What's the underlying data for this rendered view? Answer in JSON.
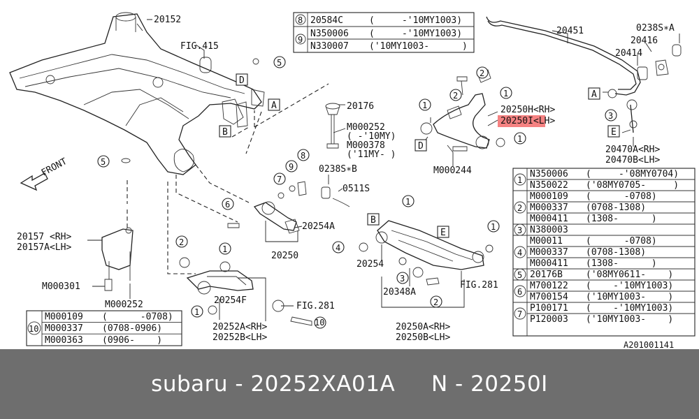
{
  "labels": {
    "p20152": "20152",
    "fig415": "FIG.415",
    "p20176": "20176",
    "m000252_378_line1": "M000252",
    "m000252_378_line2": "( -'10MY)",
    "m000252_378_line3": "M000378",
    "m000252_378_line4": "('11MY- )",
    "p0238sb": "0238S∗B",
    "p0511s": "0511S",
    "p20254a": "20254A",
    "p20250": "20250",
    "p20157rh": "20157 <RH>",
    "p20157lh": "20157A<LH>",
    "m000301": "M000301",
    "m000252": "M000252",
    "p20254f": "20254F",
    "fig281a": "FIG.281",
    "p20252a": "20252A<RH>",
    "p20252b": "20252B<LH>",
    "p20250h": "20250H<RH>",
    "p20250i": "20250I<LH>",
    "m000244": "M000244",
    "p20254": "20254",
    "p20348a": "20348A",
    "fig281b": "FIG.281",
    "p20250a": "20250A<RH>",
    "p20250b": "20250B<LH>",
    "p20451": "20451",
    "p0238sa": "0238S∗A",
    "p20416": "20416",
    "p20414": "20414",
    "p20470a": "20470A<RH>",
    "p20470b": "20470B<LH>",
    "front": "FRONT",
    "ref_id": "A201001141"
  },
  "callouts": [
    "1",
    "2",
    "3",
    "4",
    "5",
    "6",
    "7",
    "8",
    "9",
    "10"
  ],
  "letters": [
    "A",
    "B",
    "D",
    "E"
  ],
  "top_table": [
    {
      "num": "8",
      "rows": [
        {
          "part": "20584C",
          "range": "(     -'10MY1003)"
        }
      ]
    },
    {
      "num": "9",
      "rows": [
        {
          "part": "N350006",
          "range": "(     -'10MY1003)"
        },
        {
          "part": "N330007",
          "range": "('10MY1003-      )"
        }
      ]
    }
  ],
  "right_table": [
    {
      "num": "1",
      "rows": [
        {
          "part": "N350006",
          "range": "(     -'08MY0704)"
        },
        {
          "part": "N350022",
          "range": "('08MY0705-     )"
        }
      ]
    },
    {
      "num": "2",
      "rows": [
        {
          "part": "M000109",
          "range": "(      -0708)"
        },
        {
          "part": "M000337",
          "range": "(0708-1308)"
        },
        {
          "part": "M000411",
          "range": "(1308-      )"
        }
      ]
    },
    {
      "num": "3",
      "rows": [
        {
          "part": "N380003",
          "range": ""
        }
      ]
    },
    {
      "num": "4",
      "rows": [
        {
          "part": "M00011",
          "range": "(      -0708)"
        },
        {
          "part": "M000337",
          "range": "(0708-1308)"
        },
        {
          "part": "M000411",
          "range": "(1308-      )"
        }
      ]
    },
    {
      "num": "5",
      "rows": [
        {
          "part": "20176B",
          "range": "('08MY0611-    )"
        }
      ]
    },
    {
      "num": "6",
      "rows": [
        {
          "part": "M700122",
          "range": "(    -'10MY1003)"
        },
        {
          "part": "M700154",
          "range": "('10MY1003-    )"
        }
      ]
    },
    {
      "num": "7",
      "rows": [
        {
          "part": "P100171",
          "range": "(    -'10MY1003)"
        },
        {
          "part": "P120003",
          "range": "('10MY1003-    )"
        }
      ]
    }
  ],
  "bottom_table": [
    {
      "num": "10",
      "rows": [
        {
          "part": "M000109",
          "range": "(      -0708)"
        },
        {
          "part": "M000337",
          "range": "(0708-0906)"
        },
        {
          "part": "M000363",
          "range": "(0906-    )"
        }
      ]
    }
  ],
  "footer": {
    "brand": "subaru",
    "sep1": " - ",
    "part_number": "20252XA01A",
    "gap": "     ",
    "prefix": "N",
    "sep2": " - ",
    "ref": "20250I"
  }
}
